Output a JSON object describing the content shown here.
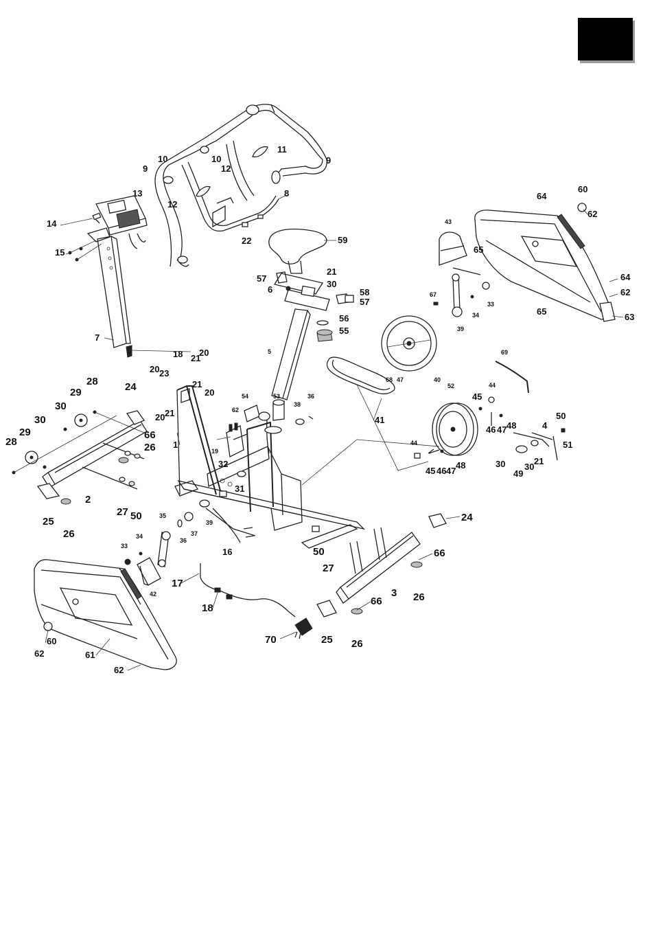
{
  "page_tab": {
    "color": "#000000"
  },
  "callouts": [
    {
      "id": "c1",
      "text": "9",
      "size": "m"
    },
    {
      "id": "c2",
      "text": "10",
      "size": "m"
    },
    {
      "id": "c3",
      "text": "10",
      "size": "m"
    },
    {
      "id": "c4",
      "text": "11",
      "size": "m"
    },
    {
      "id": "c5",
      "text": "9",
      "size": "m"
    },
    {
      "id": "c6",
      "text": "12",
      "size": "m"
    },
    {
      "id": "c7",
      "text": "13",
      "size": "m"
    },
    {
      "id": "c8",
      "text": "12",
      "size": "m"
    },
    {
      "id": "c9",
      "text": "8",
      "size": "m"
    },
    {
      "id": "c10",
      "text": "14",
      "size": "m"
    },
    {
      "id": "c11",
      "text": "22",
      "size": "m"
    },
    {
      "id": "c12",
      "text": "15",
      "size": "m"
    },
    {
      "id": "c13",
      "text": "59",
      "size": "m"
    },
    {
      "id": "c14",
      "text": "21",
      "size": "m"
    },
    {
      "id": "c15",
      "text": "57",
      "size": "m"
    },
    {
      "id": "c16",
      "text": "30",
      "size": "m"
    },
    {
      "id": "c17",
      "text": "6",
      "size": "m"
    },
    {
      "id": "c18",
      "text": "58",
      "size": "m"
    },
    {
      "id": "c19",
      "text": "57",
      "size": "m"
    },
    {
      "id": "c20",
      "text": "56",
      "size": "m"
    },
    {
      "id": "c21",
      "text": "55",
      "size": "m"
    },
    {
      "id": "c22",
      "text": "7",
      "size": "m"
    },
    {
      "id": "c23",
      "text": "18",
      "size": "m"
    },
    {
      "id": "c24",
      "text": "5",
      "size": "s"
    },
    {
      "id": "c25",
      "text": "21",
      "size": "m"
    },
    {
      "id": "c26",
      "text": "20",
      "size": "m"
    },
    {
      "id": "c27",
      "text": "20",
      "size": "m"
    },
    {
      "id": "c28",
      "text": "23",
      "size": "m"
    },
    {
      "id": "c29",
      "text": "21",
      "size": "m"
    },
    {
      "id": "c30",
      "text": "20",
      "size": "m"
    },
    {
      "id": "c31",
      "text": "20",
      "size": "m"
    },
    {
      "id": "c32",
      "text": "21",
      "size": "m"
    },
    {
      "id": "c33",
      "text": "28",
      "size": "l"
    },
    {
      "id": "c34",
      "text": "29",
      "size": "l"
    },
    {
      "id": "c35",
      "text": "24",
      "size": "l"
    },
    {
      "id": "c36",
      "text": "30",
      "size": "l"
    },
    {
      "id": "c37",
      "text": "30",
      "size": "l"
    },
    {
      "id": "c38",
      "text": "29",
      "size": "l"
    },
    {
      "id": "c39",
      "text": "28",
      "size": "l"
    },
    {
      "id": "c40",
      "text": "66",
      "size": "l"
    },
    {
      "id": "c41",
      "text": "26",
      "size": "l"
    },
    {
      "id": "c42",
      "text": "2",
      "size": "l"
    },
    {
      "id": "c43",
      "text": "27",
      "size": "l"
    },
    {
      "id": "c44",
      "text": "50",
      "size": "l"
    },
    {
      "id": "c45",
      "text": "25",
      "size": "l"
    },
    {
      "id": "c46",
      "text": "26",
      "size": "l"
    },
    {
      "id": "c47",
      "text": "1",
      "size": "m"
    },
    {
      "id": "c48",
      "text": "54",
      "size": "s"
    },
    {
      "id": "c49",
      "text": "53",
      "size": "s"
    },
    {
      "id": "c50",
      "text": "38",
      "size": "s"
    },
    {
      "id": "c51",
      "text": "36",
      "size": "s"
    },
    {
      "id": "c52",
      "text": "62",
      "size": "s"
    },
    {
      "id": "c53",
      "text": "19",
      "size": "s"
    },
    {
      "id": "c54",
      "text": "32",
      "size": "m"
    },
    {
      "id": "c55",
      "text": "31",
      "size": "m"
    },
    {
      "id": "c56",
      "text": "35",
      "size": "s"
    },
    {
      "id": "c57",
      "text": "34",
      "size": "s"
    },
    {
      "id": "c58",
      "text": "33",
      "size": "s"
    },
    {
      "id": "c59",
      "text": "36",
      "size": "s"
    },
    {
      "id": "c60",
      "text": "37",
      "size": "s"
    },
    {
      "id": "c61",
      "text": "39",
      "size": "s"
    },
    {
      "id": "c62",
      "text": "16",
      "size": "m"
    },
    {
      "id": "c63",
      "text": "42",
      "size": "s"
    },
    {
      "id": "c64",
      "text": "17",
      "size": "l"
    },
    {
      "id": "c65",
      "text": "18",
      "size": "l"
    },
    {
      "id": "c66",
      "text": "70",
      "size": "l"
    },
    {
      "id": "c67",
      "text": "25",
      "size": "l"
    },
    {
      "id": "c68",
      "text": "26",
      "size": "l"
    },
    {
      "id": "c69",
      "text": "66",
      "size": "l"
    },
    {
      "id": "c70",
      "text": "26",
      "size": "l"
    },
    {
      "id": "c71",
      "text": "3",
      "size": "l"
    },
    {
      "id": "c72",
      "text": "66",
      "size": "l"
    },
    {
      "id": "c73",
      "text": "27",
      "size": "l"
    },
    {
      "id": "c74",
      "text": "50",
      "size": "l"
    },
    {
      "id": "c75",
      "text": "24",
      "size": "l"
    },
    {
      "id": "c76",
      "text": "62",
      "size": "m"
    },
    {
      "id": "c77",
      "text": "60",
      "size": "m"
    },
    {
      "id": "c78",
      "text": "61",
      "size": "m"
    },
    {
      "id": "c79",
      "text": "62",
      "size": "m"
    },
    {
      "id": "c80",
      "text": "43",
      "size": "s"
    },
    {
      "id": "c81",
      "text": "65",
      "size": "m"
    },
    {
      "id": "c82",
      "text": "64",
      "size": "m"
    },
    {
      "id": "c83",
      "text": "60",
      "size": "m"
    },
    {
      "id": "c84",
      "text": "62",
      "size": "m"
    },
    {
      "id": "c85",
      "text": "67",
      "size": "s"
    },
    {
      "id": "c86",
      "text": "33",
      "size": "s"
    },
    {
      "id": "c87",
      "text": "34",
      "size": "s"
    },
    {
      "id": "c88",
      "text": "39",
      "size": "s"
    },
    {
      "id": "c89",
      "text": "65",
      "size": "m"
    },
    {
      "id": "c90",
      "text": "64",
      "size": "m"
    },
    {
      "id": "c91",
      "text": "62",
      "size": "m"
    },
    {
      "id": "c92",
      "text": "63",
      "size": "m"
    },
    {
      "id": "c93",
      "text": "68",
      "size": "s"
    },
    {
      "id": "c94",
      "text": "47",
      "size": "s"
    },
    {
      "id": "c95",
      "text": "40",
      "size": "s"
    },
    {
      "id": "c96",
      "text": "41",
      "size": "m"
    },
    {
      "id": "c97",
      "text": "69",
      "size": "s"
    },
    {
      "id": "c98",
      "text": "52",
      "size": "s"
    },
    {
      "id": "c99",
      "text": "44",
      "size": "s"
    },
    {
      "id": "c100",
      "text": "45",
      "size": "m"
    },
    {
      "id": "c101",
      "text": "46",
      "size": "m"
    },
    {
      "id": "c102",
      "text": "47",
      "size": "m"
    },
    {
      "id": "c103",
      "text": "48",
      "size": "m"
    },
    {
      "id": "c104",
      "text": "4",
      "size": "m"
    },
    {
      "id": "c105",
      "text": "50",
      "size": "m"
    },
    {
      "id": "c106",
      "text": "51",
      "size": "m"
    },
    {
      "id": "c107",
      "text": "44",
      "size": "s"
    },
    {
      "id": "c108",
      "text": "45",
      "size": "m"
    },
    {
      "id": "c109",
      "text": "46",
      "size": "m"
    },
    {
      "id": "c110",
      "text": "47",
      "size": "m"
    },
    {
      "id": "c111",
      "text": "48",
      "size": "m"
    },
    {
      "id": "c112",
      "text": "30",
      "size": "m"
    },
    {
      "id": "c113",
      "text": "49",
      "size": "m"
    },
    {
      "id": "c114",
      "text": "30",
      "size": "m"
    },
    {
      "id": "c115",
      "text": "21",
      "size": "m"
    }
  ]
}
